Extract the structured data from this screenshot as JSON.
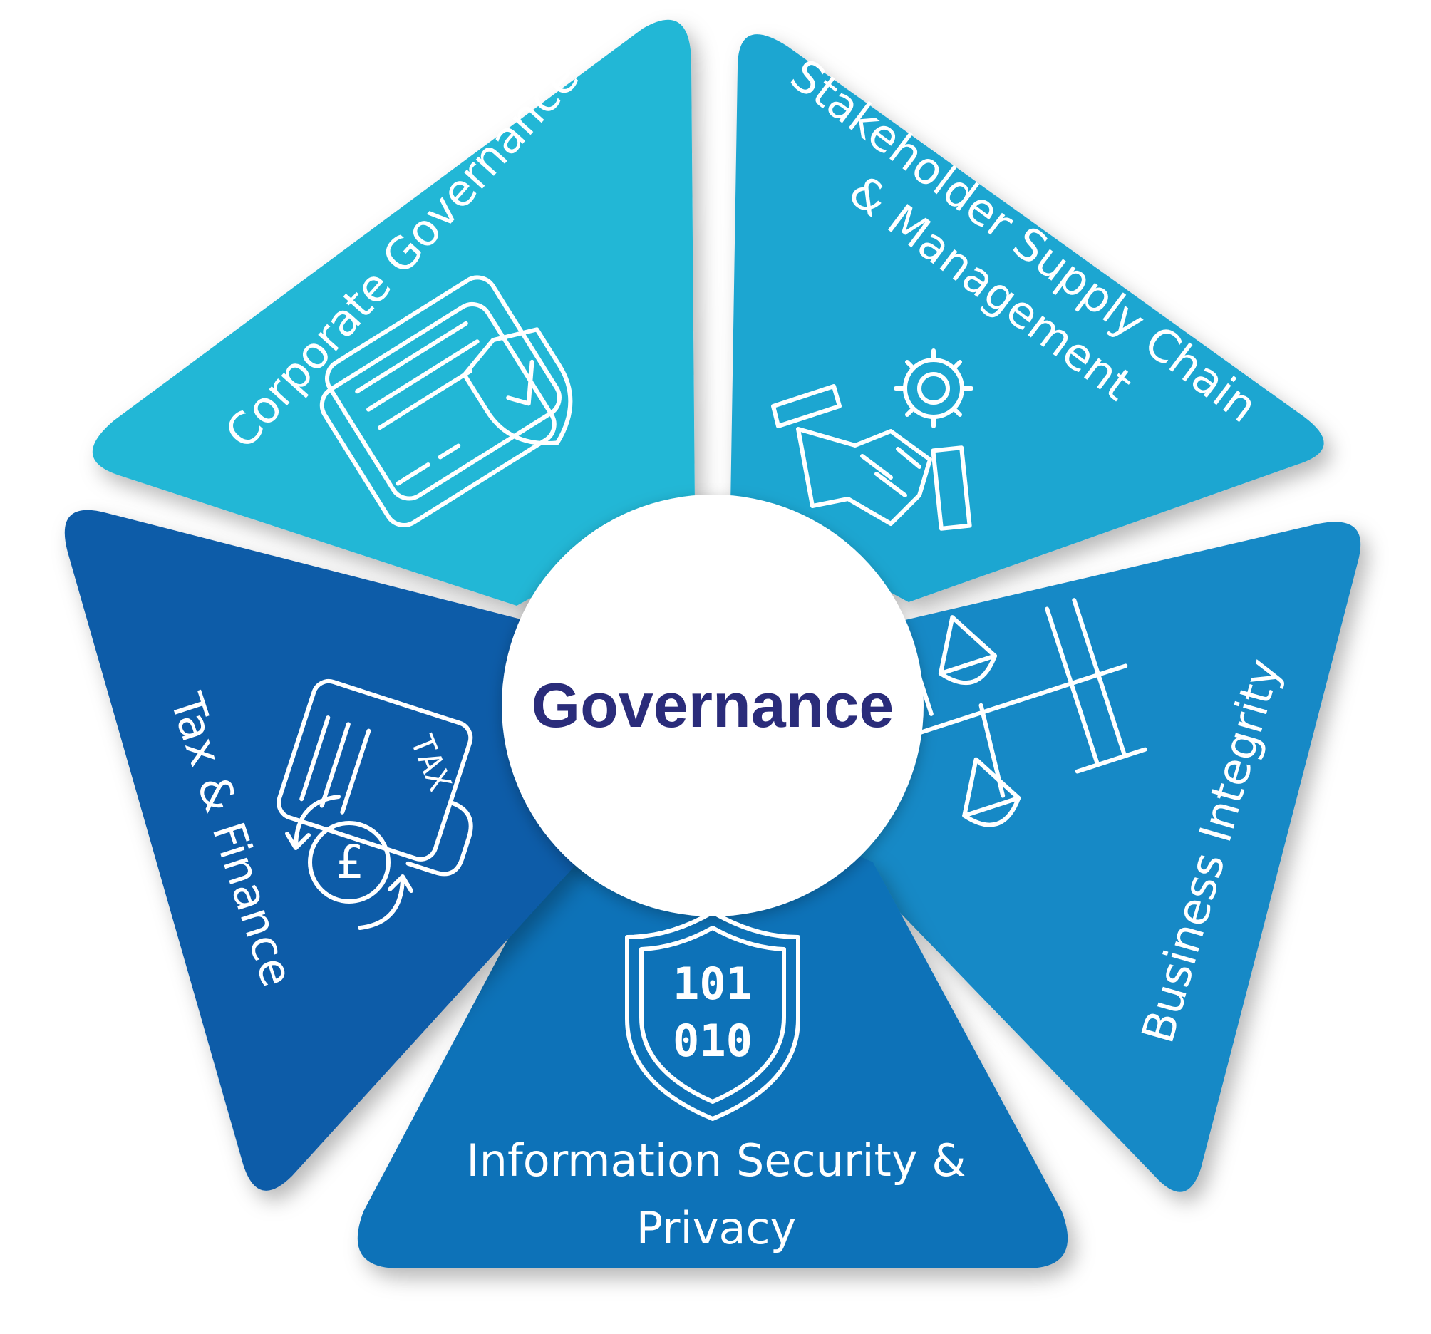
{
  "diagram": {
    "center": {
      "label": "Governance",
      "color": "#2a2c7a",
      "fill": "#ffffff"
    },
    "segments": [
      {
        "id": "corporate",
        "lines": [
          "Corporate Governance"
        ],
        "color": "#24b7d6",
        "icon": "document-shield-check-icon"
      },
      {
        "id": "stakeholder",
        "lines": [
          "Stakeholder Supply Chain",
          "& Management"
        ],
        "color": "#1ea6d1",
        "icon": "handshake-gear-icon"
      },
      {
        "id": "integrity",
        "lines": [
          "Business Integrity"
        ],
        "color": "#1689c6",
        "icon": "balance-scale-icon"
      },
      {
        "id": "infosec",
        "lines": [
          "Information Security &",
          "Privacy"
        ],
        "color": "#0e72b8",
        "icon": "binary-shield-icon"
      },
      {
        "id": "tax",
        "lines": [
          "Tax & Finance"
        ],
        "color": "#0a5ba8",
        "icon": "tax-pound-icon"
      }
    ],
    "icon_text": {
      "tax_label": "TAX",
      "currency": "£",
      "binary_row_1": "101",
      "binary_row_2": "010"
    }
  }
}
